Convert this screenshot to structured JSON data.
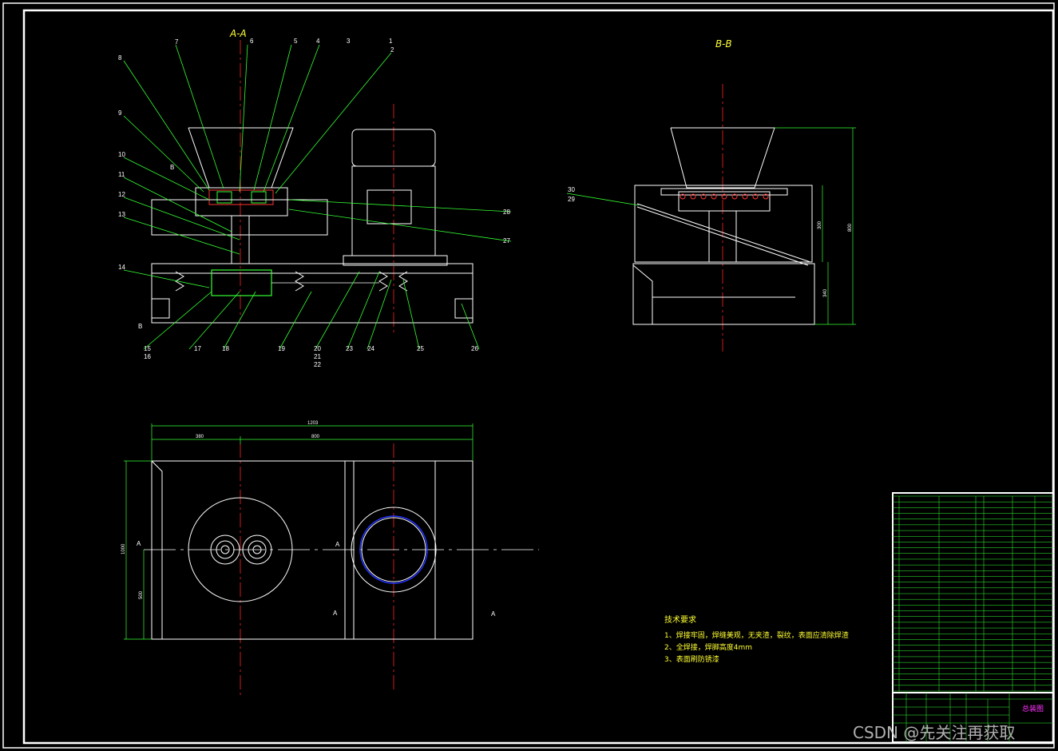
{
  "views": {
    "section_aa": "A-A",
    "section_bb": "B-B"
  },
  "section_marks": {
    "b_top": "B",
    "b_bottom": "B",
    "a_left": "A",
    "a_mid": "A",
    "a_lower_mid": "A",
    "a_right": "A"
  },
  "part_numbers_top": [
    "8",
    "7",
    "6",
    "5",
    "4",
    "3",
    "1",
    "2"
  ],
  "part_numbers_left": [
    "9",
    "10",
    "11",
    "12",
    "13",
    "14"
  ],
  "part_numbers_bottom": [
    "15",
    "16",
    "17",
    "18",
    "19",
    "20",
    "21",
    "22",
    "23",
    "24",
    "25",
    "26"
  ],
  "part_numbers_right": [
    "28",
    "27"
  ],
  "part_numbers_bb": [
    "30",
    "29"
  ],
  "dimensions": {
    "overall_width": "1203",
    "left_width": "380",
    "right_width": "800",
    "plan_height": "1000",
    "plan_half": "500",
    "bb_h1": "300",
    "bb_h2": "800",
    "bb_h3": "340"
  },
  "notes": {
    "title": "技术要求",
    "lines": [
      "1、焊接牢固，焊缝美观，无夹渣，裂纹，表面应清除焊渣",
      "2、全焊接，焊脚高度4mm",
      "3、表面刷防锈漆"
    ]
  },
  "title_block": {
    "drawing_name": "总装图"
  },
  "watermark": "CSDN @先关注再获取",
  "colors": {
    "outline": "#ffffff",
    "leader": "#33ff33",
    "centerline": "#ff2222",
    "dimension": "#33ff33",
    "title": "#ffff33",
    "table_text": "#ff33ff",
    "bearing": "#2233ff"
  }
}
